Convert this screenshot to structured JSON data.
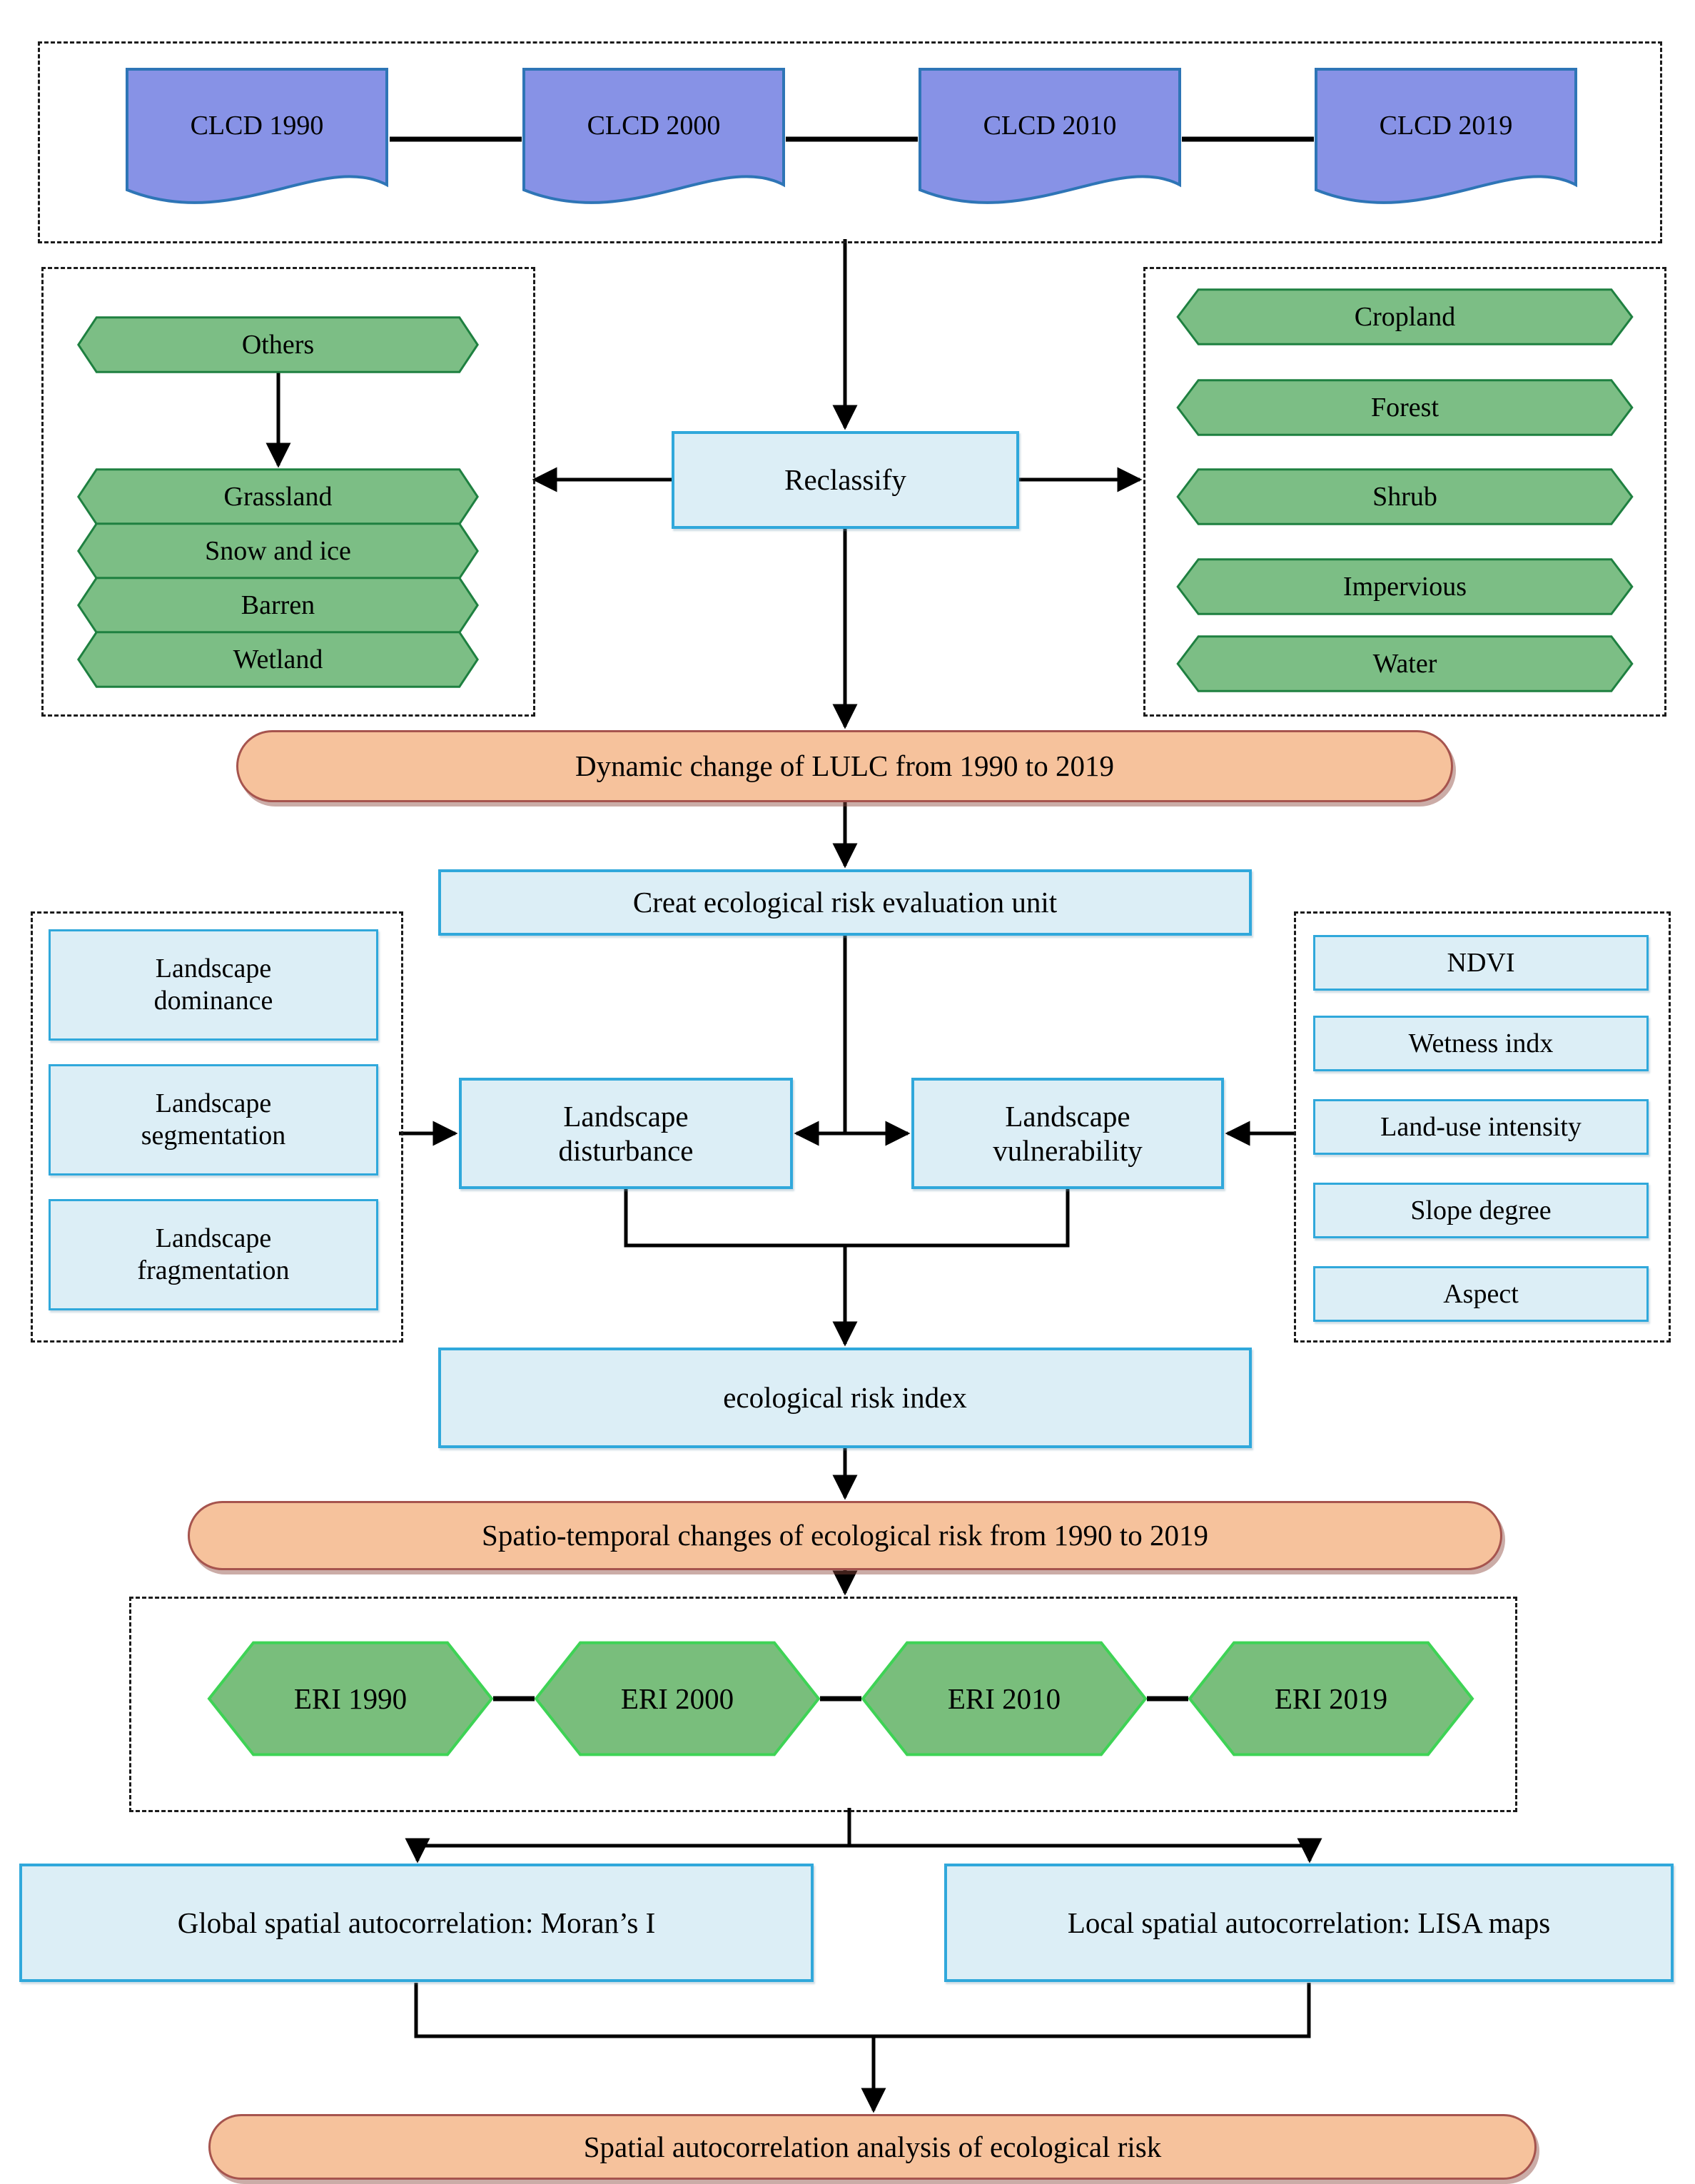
{
  "colors": {
    "doc-fill": "#8792E6",
    "doc-stroke": "#2E75B6",
    "hex-fill": "#7CBE85",
    "hex-stroke": "#1E8040",
    "eri-fill": "#79BE7C",
    "eri-stroke": "#3ED355",
    "blue-fill": "#DCEEF6",
    "blue-stroke": "#30A8DB",
    "orange-fill": "#F6C29C",
    "orange-stroke": "#A6544E",
    "line": "#000000"
  },
  "top_documents": {
    "items": [
      "CLCD 1990",
      "CLCD 2000",
      "CLCD 2010",
      "CLCD 2019"
    ]
  },
  "reclassify_label": "Reclassify",
  "left_group": {
    "top": "Others",
    "items": [
      "Grassland",
      "Snow and ice",
      "Barren",
      "Wetland"
    ]
  },
  "right_group": {
    "items": [
      "Cropland",
      "Forest",
      "Shrub",
      "Impervious",
      "Water"
    ]
  },
  "banners": {
    "dynamic_change": "Dynamic change of LULC from 1990 to 2019",
    "spatio_temporal": "Spatio-temporal changes of  ecological risk from 1990 to 2019",
    "spatial_autocorr": "Spatial autocorrelation analysis  of  ecological risk"
  },
  "unit_box": "Creat ecological risk evaluation unit",
  "landscape_metrics": {
    "items": [
      "Landscape\ndominance",
      "Landscape\nsegmentation",
      "Landscape\nfragmentation"
    ]
  },
  "disturbance": "Landscape\ndisturbance",
  "vulnerability": "Landscape\nvulnerability",
  "indicators": {
    "items": [
      "NDVI",
      "Wetness indx",
      "Land-use intensity",
      "Slope degree",
      "Aspect"
    ]
  },
  "eri_box": "ecological risk index",
  "eri_group": {
    "items": [
      "ERI 1990",
      "ERI 2000",
      "ERI 2010",
      "ERI 2019"
    ]
  },
  "autocorrelation": {
    "global": "Global spatial autocorrelation: Moran’s I",
    "local": "Local spatial autocorrelation: LISA maps"
  }
}
